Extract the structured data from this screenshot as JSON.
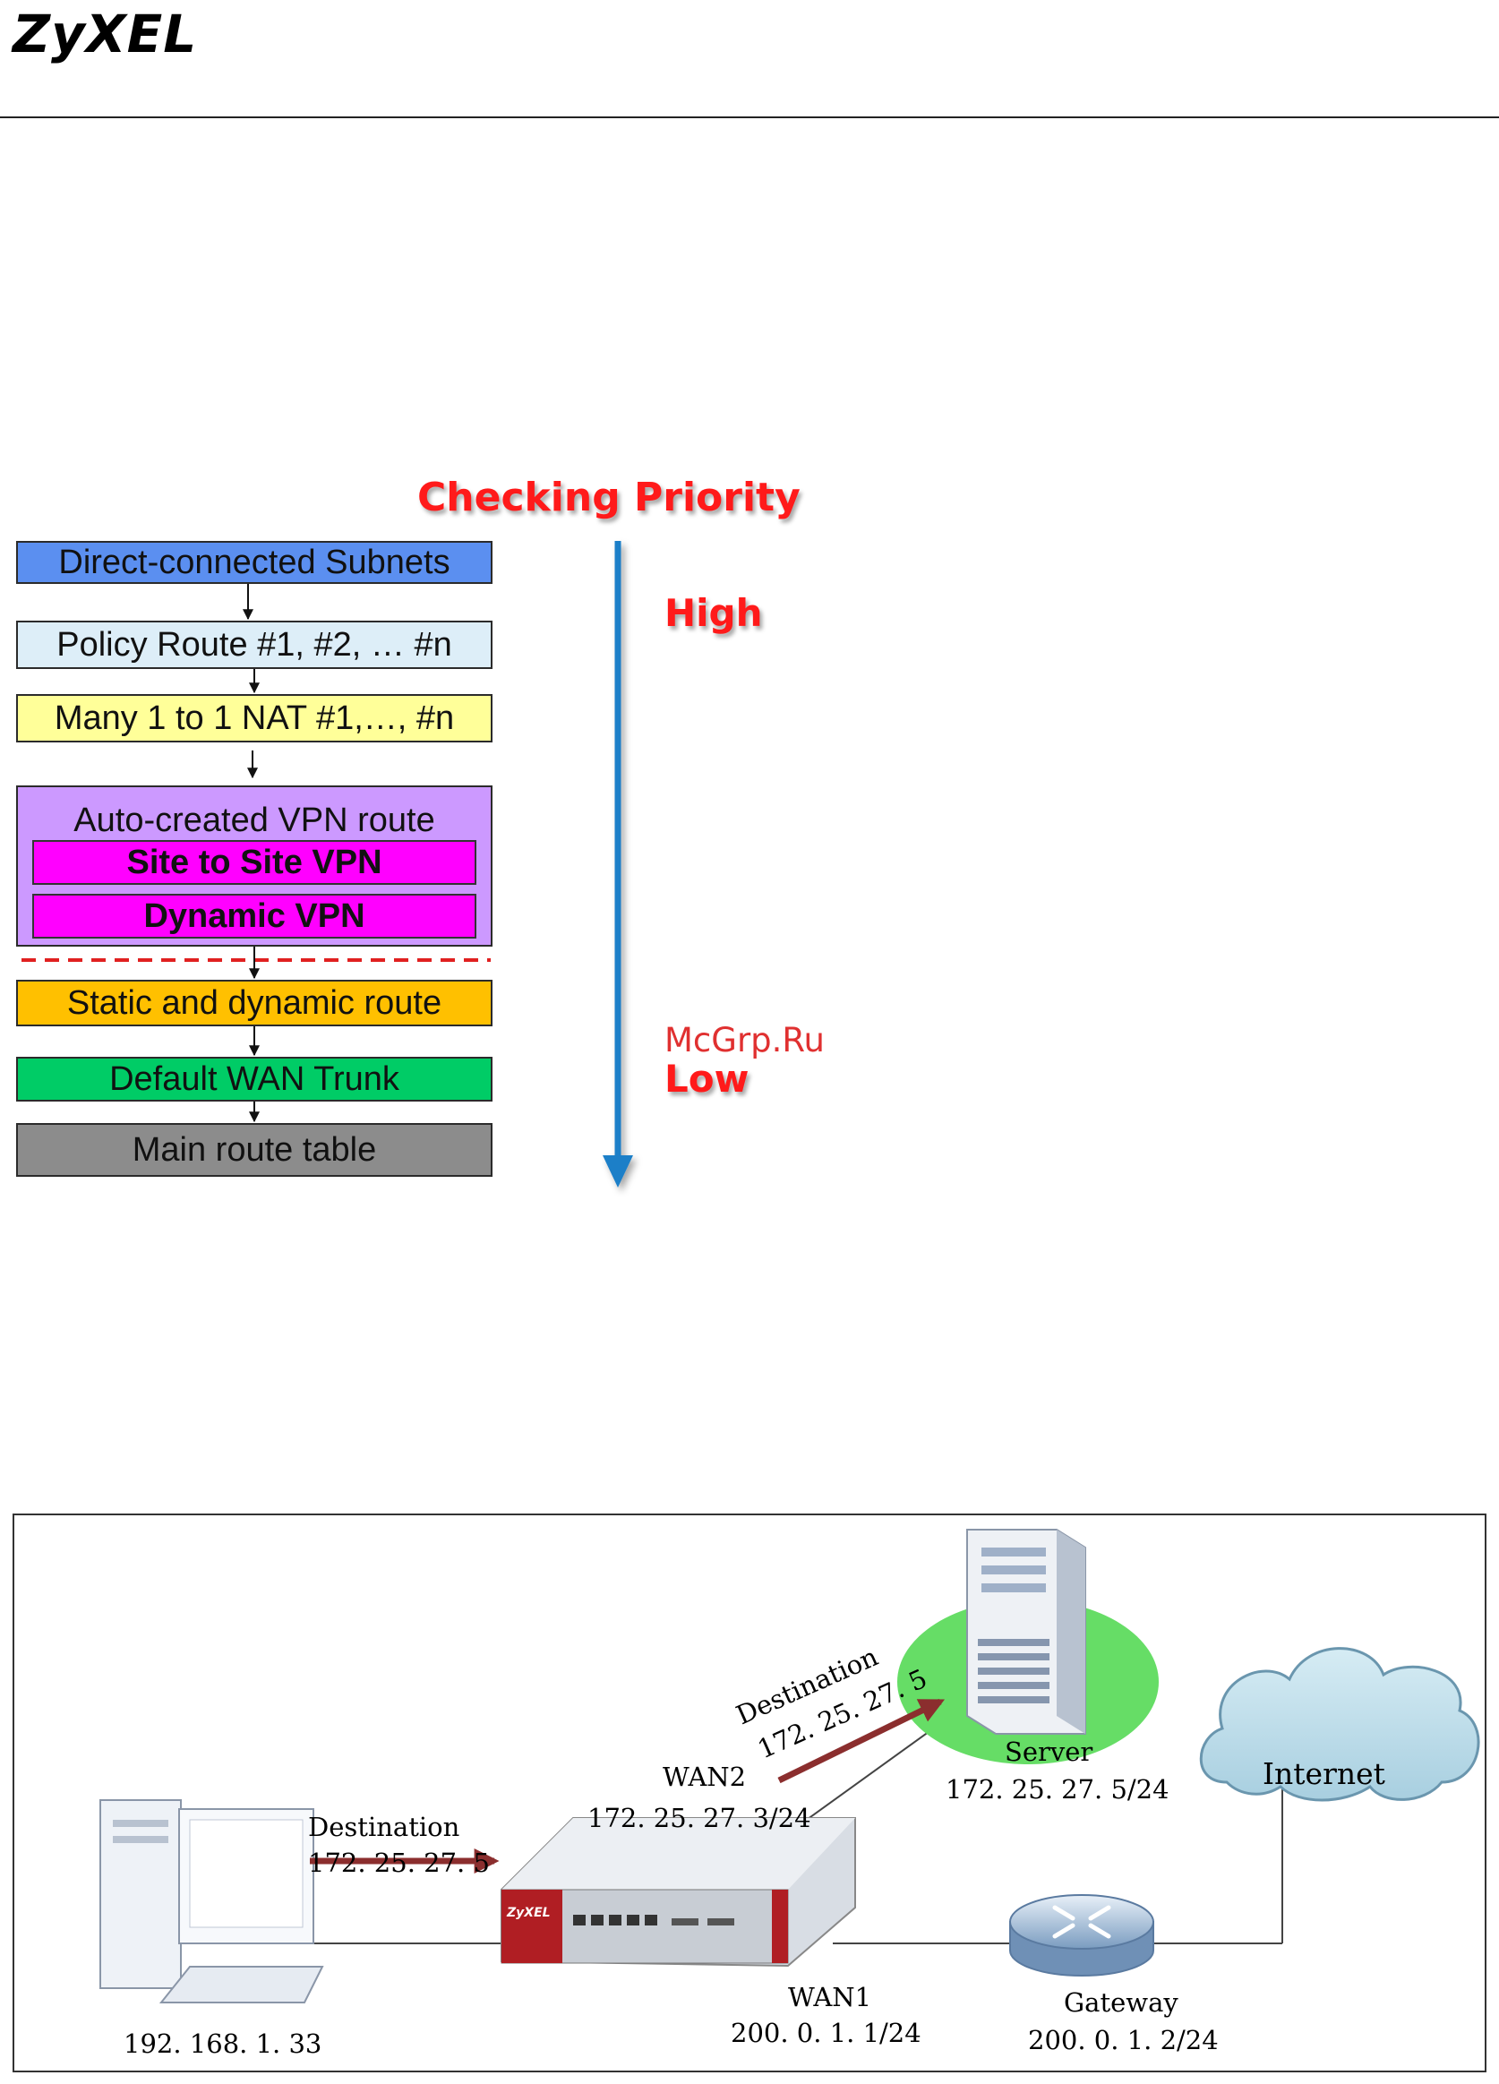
{
  "header": {
    "logo": "ZyXEL"
  },
  "priority_chart": {
    "heading": "Checking Priority",
    "high_label": "High",
    "low_label": "Low",
    "boxes": {
      "direct": {
        "label": "Direct-connected Subnets",
        "color": "#5b8ff0"
      },
      "policy": {
        "label": "Policy Route #1, #2, … #n",
        "color": "#ddeef8"
      },
      "nat": {
        "label": "Many 1 to 1 NAT #1,…, #n",
        "color": "#ffff99"
      },
      "vpn": {
        "label": "Auto-created VPN route",
        "color": "#cc99ff"
      },
      "site_vpn": {
        "label": "Site to Site VPN",
        "color": "#ff00ff"
      },
      "dynamic_vpn": {
        "label": "Dynamic VPN",
        "color": "#ff00ff"
      },
      "static": {
        "label": "Static and dynamic route",
        "color": "#ffc000"
      },
      "wan_trunk": {
        "label": "Default WAN Trunk",
        "color": "#00cc66"
      },
      "main_table": {
        "label": "Main route table",
        "color": "#8c8c8c"
      }
    },
    "arrow_color": "#1f7fc8"
  },
  "watermark": "McGrp.Ru",
  "network": {
    "pc_ip": "192. 168. 1. 33",
    "pc_dest_label": "Destination",
    "pc_dest_ip": "172. 25. 27. 5",
    "device_logo": "ZyXEL",
    "wan2_label": "WAN2",
    "wan2_ip": "172. 25. 27. 3/24",
    "server_dest_label": "Destination",
    "server_dest_ip": "172. 25. 27. 5",
    "server_label": "Server",
    "server_ip": "172. 25. 27. 5/24",
    "internet_label": "Internet",
    "wan1_label": "WAN1",
    "wan1_ip": "200. 0. 1. 1/24",
    "gateway_label": "Gateway",
    "gateway_ip": "200. 0. 1. 2/24"
  }
}
